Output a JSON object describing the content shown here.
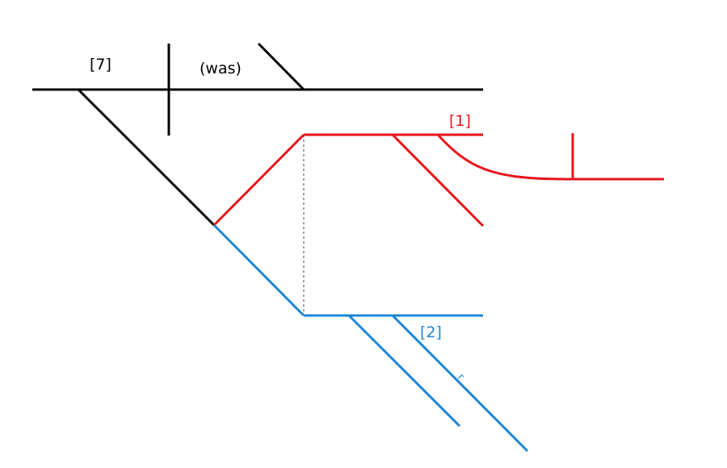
{
  "colors": {
    "main": "#000000",
    "clause1": "#e8141b",
    "clause2": "#1f86d6",
    "dashed": "#444444"
  },
  "labels": {
    "subject_index": "[7]",
    "verb": "(was)",
    "clause1_index": "[1]",
    "clause2_index": "[2]",
    "clause2_small": "r"
  }
}
